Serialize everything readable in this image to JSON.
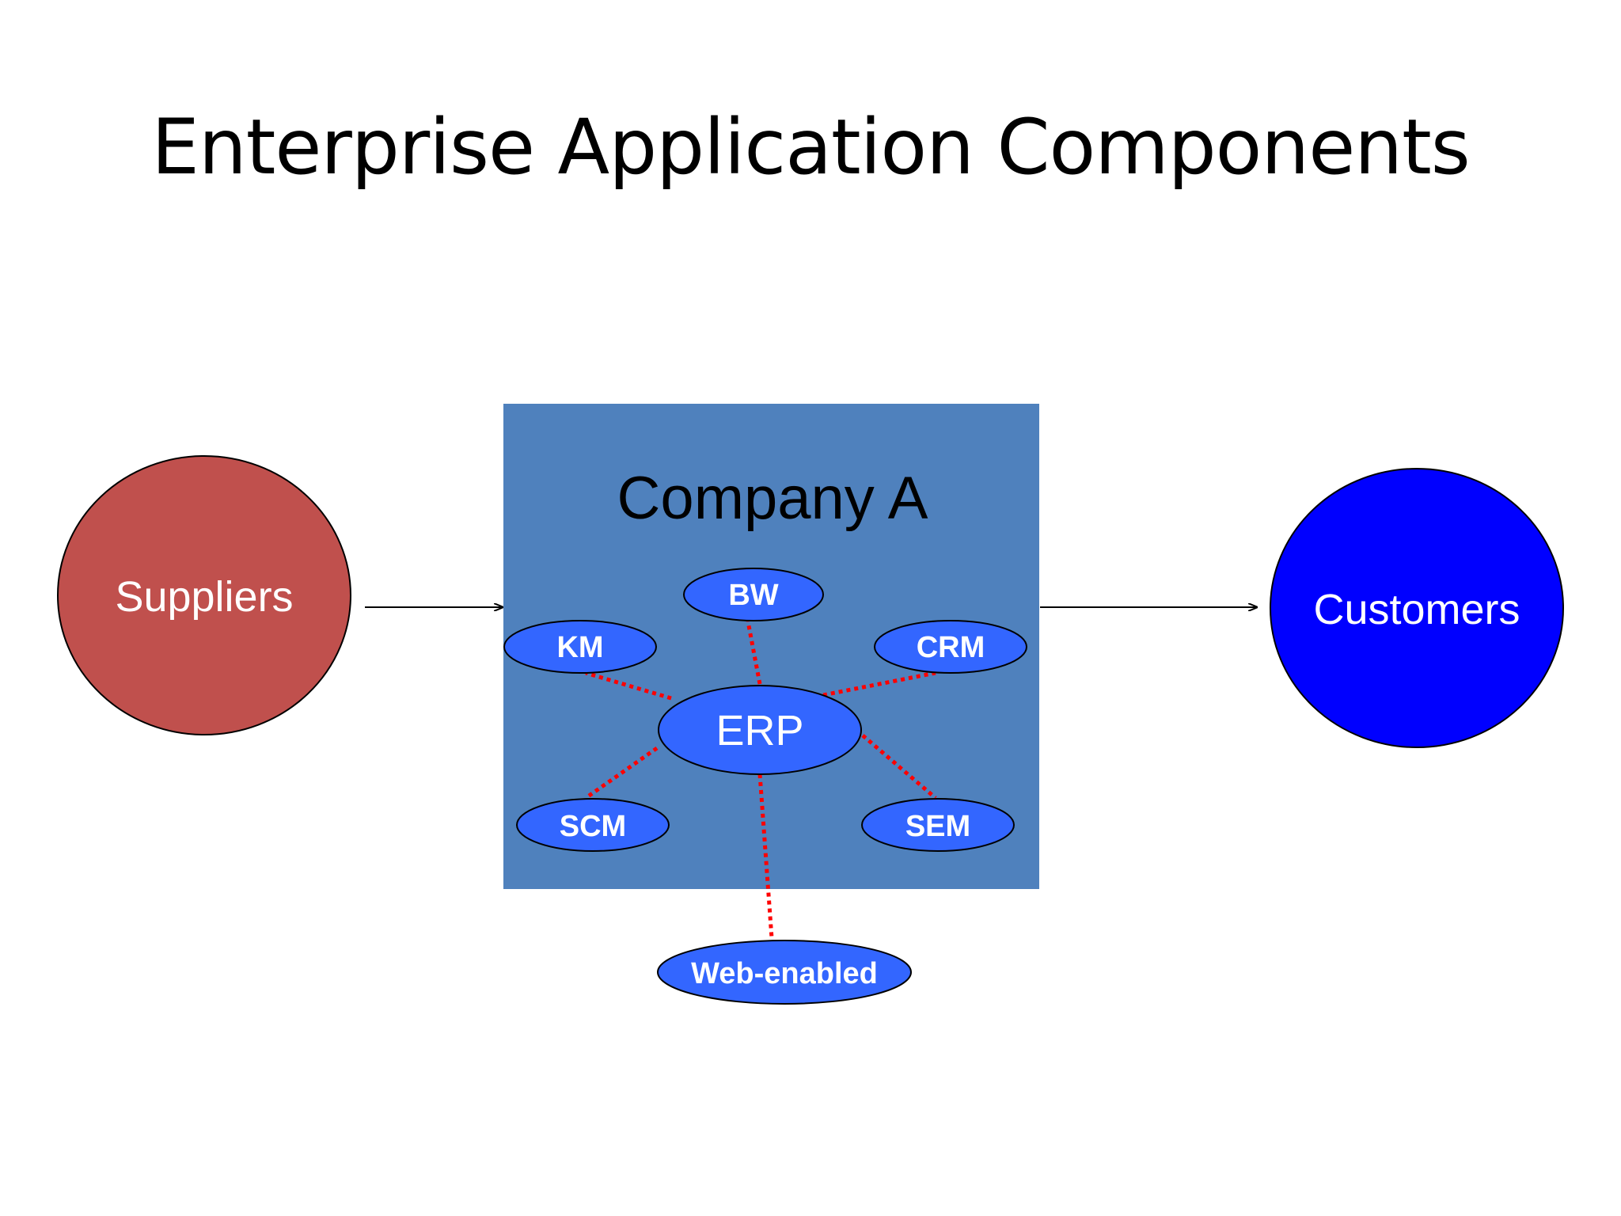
{
  "title": "Enterprise Application Components",
  "colors": {
    "suppliers_fill": "#c0504d",
    "company_box_fill": "#4f81bd",
    "customers_fill": "#0000ff",
    "module_fill": "#3366ff",
    "connector_dotted": "#ff0000",
    "arrow": "#000000"
  },
  "diagram": {
    "suppliers": "Suppliers",
    "company": "Company A",
    "customers": "Customers",
    "hub": "ERP",
    "modules": {
      "bw": "BW",
      "km": "KM",
      "crm": "CRM",
      "scm": "SCM",
      "sem": "SEM",
      "web": "Web-enabled"
    }
  }
}
